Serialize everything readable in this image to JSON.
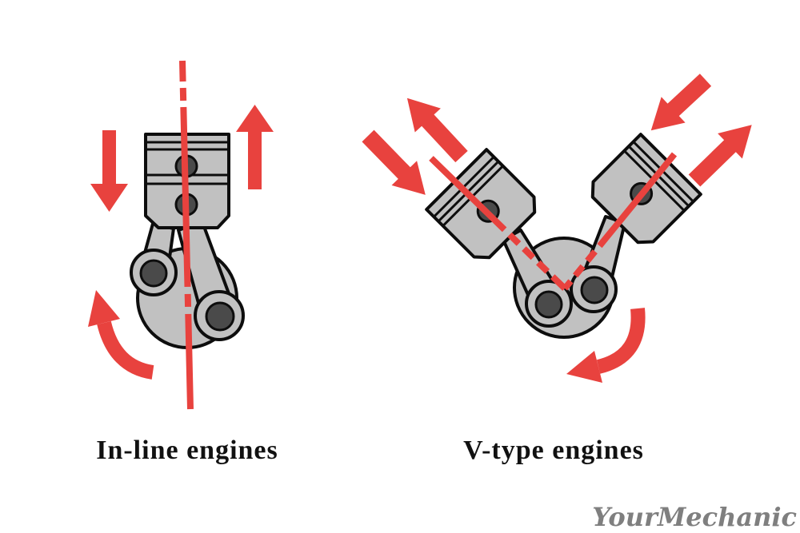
{
  "page": {
    "background": "#ffffff"
  },
  "figures": {
    "left": {
      "label": "In-line engines",
      "type": "inline-engine-illustration",
      "icons": [
        "piston",
        "piston-pins",
        "connecting-rods",
        "crankshaft-disc",
        "crank-pins",
        "vertical-dash-dot-axis-line",
        "downward-arrow",
        "upward-arrow",
        "counterclockwise-rotation-arrow"
      ]
    },
    "right": {
      "label": "V-type engines",
      "type": "v-engine-illustration",
      "icons": [
        "left-bank-piston",
        "right-bank-piston",
        "connecting-rods",
        "crankshaft-disc",
        "crank-pins",
        "v-shaped-dash-dot-axis-lines",
        "outward-arrow-left",
        "inward-arrow-left",
        "inward-arrow-right",
        "outward-arrow-right",
        "clockwise-rotation-arrow"
      ]
    }
  },
  "watermark": {
    "text": "YourMechanic",
    "color": "#7f7f7f"
  },
  "colors": {
    "arrow_red": "#e8423e",
    "metal_gray": "#c1c1c1",
    "pin_dark_gray": "#4a4a4a",
    "outline_black": "#0d0d0d",
    "label_text": "#111111"
  }
}
